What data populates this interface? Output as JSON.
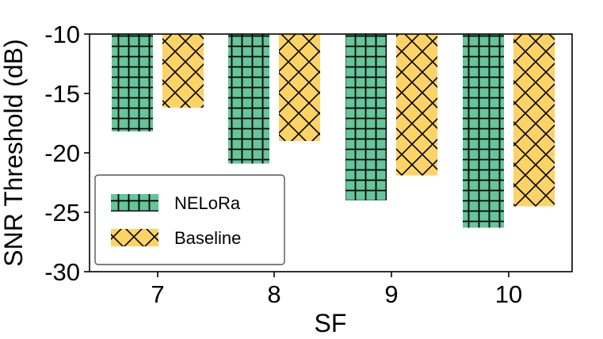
{
  "chart_data": {
    "type": "bar",
    "title": "",
    "xlabel": "SF",
    "ylabel": "SNR Threshold (dB)",
    "categories": [
      "7",
      "8",
      "9",
      "10"
    ],
    "ylim": [
      -30,
      -10
    ],
    "yticks": [
      "-10",
      "-15",
      "-20",
      "-25",
      "-30"
    ],
    "bar_baseline": -10,
    "series": [
      {
        "name": "NELoRa",
        "values": [
          -18.2,
          -20.9,
          -24.0,
          -26.3
        ],
        "color": "#66c59a",
        "hatch": "grid"
      },
      {
        "name": "Baseline",
        "values": [
          -16.2,
          -19.0,
          -21.9,
          -24.5
        ],
        "color": "#fed366",
        "hatch": "cross-diagonal"
      }
    ],
    "legend": {
      "placement": "lower-left"
    },
    "grid": false
  }
}
